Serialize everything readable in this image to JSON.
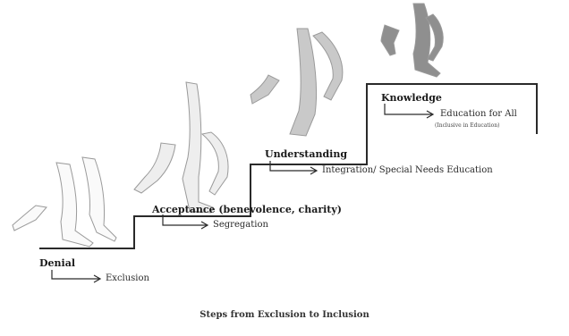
{
  "diagram": {
    "caption": "Steps from Exclusion to Inclusion",
    "steps": [
      {
        "stage": "Denial",
        "outcome": "Exclusion"
      },
      {
        "stage": "Acceptance (benevolence, charity)",
        "outcome": "Segregation"
      },
      {
        "stage": "Understanding",
        "outcome": "Integration/ Special Needs Education"
      },
      {
        "stage": "Knowledge",
        "outcome": "Education for All",
        "note": "(Inclusive in Education)"
      }
    ],
    "colors": {
      "stair_line": "#2a2a2a",
      "leg_fills": [
        "#fafafa",
        "#eeeeee",
        "#c9c9c9",
        "#8f8f8f"
      ],
      "leg_stroke": "#9a9a9a"
    }
  }
}
